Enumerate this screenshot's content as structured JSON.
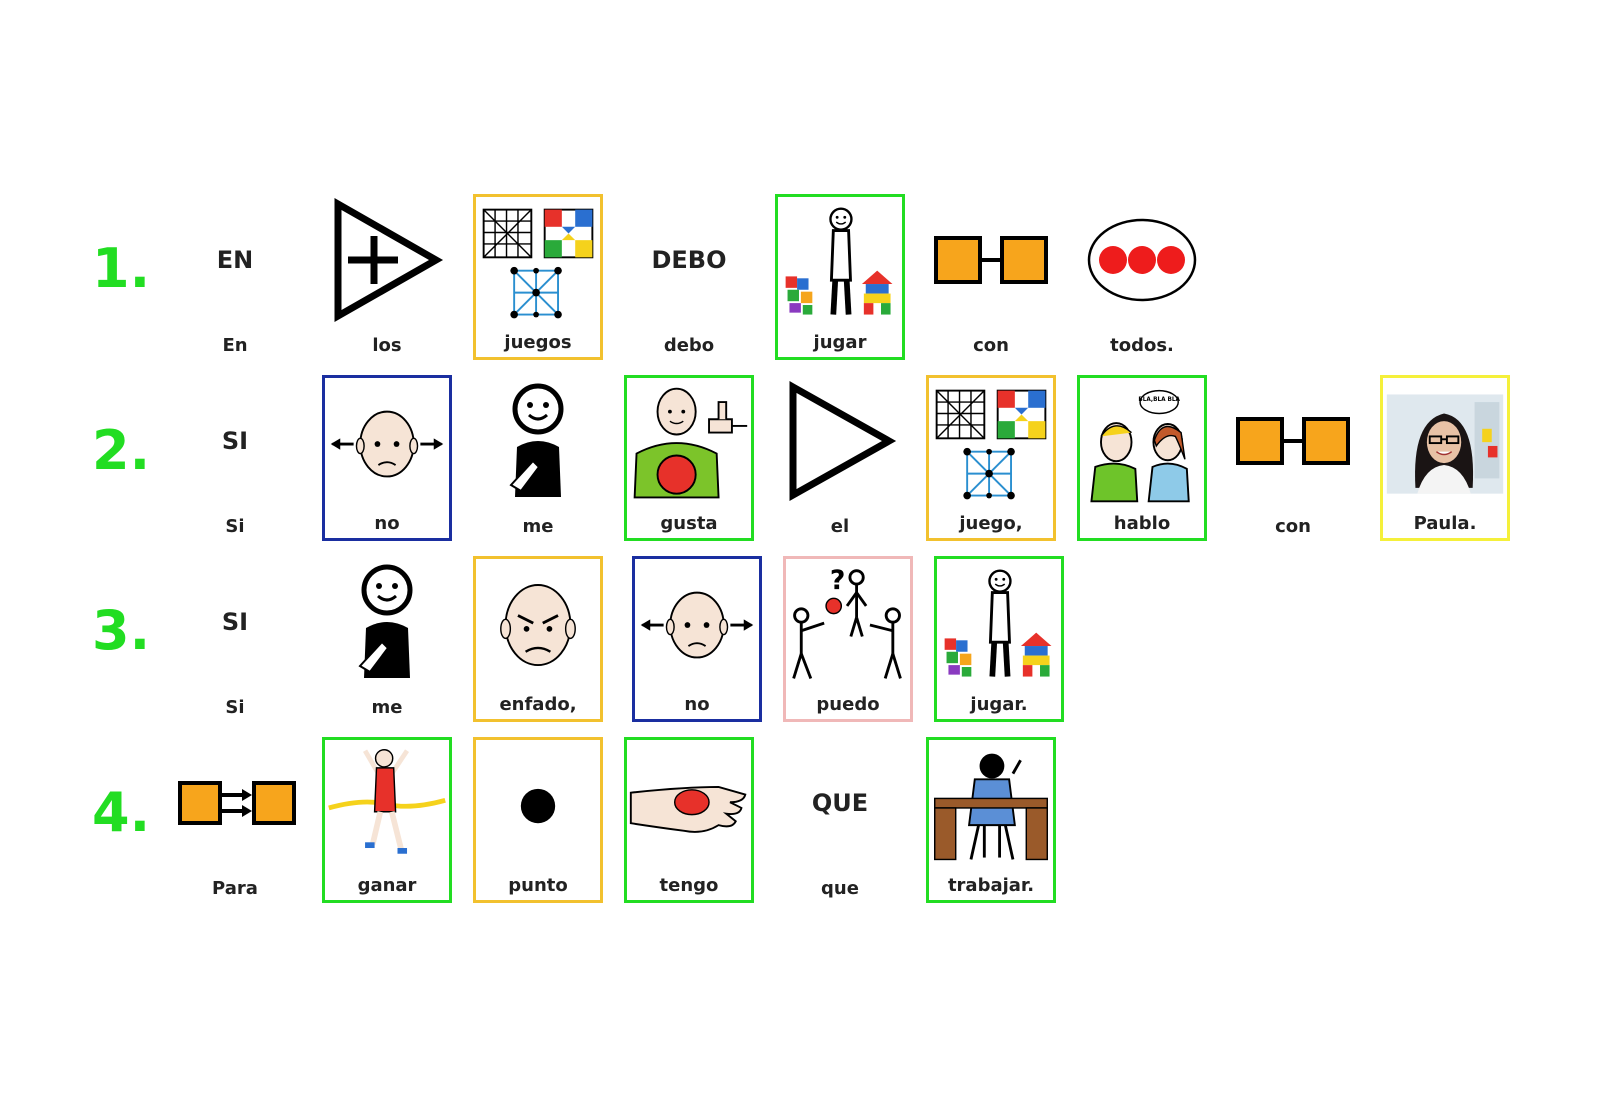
{
  "rows": [
    {
      "number": "1.",
      "cells": [
        {
          "caption": "EN",
          "label": "En",
          "icon": "text-only-icon"
        },
        {
          "label": "los",
          "icon": "triangle-plus-icon"
        },
        {
          "label": "juegos",
          "icon": "board-games-icon",
          "border": "#f2c12e"
        },
        {
          "caption": "DEBO",
          "label": "debo",
          "icon": "text-only-icon"
        },
        {
          "label": "jugar",
          "icon": "play-person-icon",
          "border": "#22dd22"
        },
        {
          "label": "con",
          "icon": "linked-squares-icon"
        },
        {
          "label": "todos.",
          "icon": "three-red-dots-icon"
        }
      ]
    },
    {
      "number": "2.",
      "cells": [
        {
          "caption": "SI",
          "label": "Si",
          "icon": "text-only-icon"
        },
        {
          "label": "no",
          "icon": "head-shake-no-icon",
          "border": "#1a2ea0"
        },
        {
          "label": "me",
          "icon": "person-self-icon"
        },
        {
          "label": "gusta",
          "icon": "person-thumbs-up-icon",
          "border": "#22dd22"
        },
        {
          "label": "el",
          "icon": "triangle-icon"
        },
        {
          "label": "juego,",
          "icon": "board-games-icon",
          "border": "#f2c12e"
        },
        {
          "label": "hablo",
          "icon": "two-people-talking-icon",
          "border": "#22dd22",
          "bubble": "BLA,BLA BLA"
        },
        {
          "label": "con",
          "icon": "linked-squares-icon"
        },
        {
          "label": "Paula.",
          "icon": "woman-photo-icon",
          "border": "#f5f03a"
        }
      ]
    },
    {
      "number": "3.",
      "cells": [
        {
          "caption": "SI",
          "label": "Si",
          "icon": "text-only-icon"
        },
        {
          "label": "me",
          "icon": "person-self-icon"
        },
        {
          "label": "enfado,",
          "icon": "angry-face-icon",
          "border": "#f2c12e"
        },
        {
          "label": "no",
          "icon": "head-shake-no-icon",
          "border": "#1a2ea0"
        },
        {
          "label": "puedo",
          "icon": "people-ball-question-icon",
          "border": "#f0b8b8"
        },
        {
          "label": "jugar.",
          "icon": "play-person-icon",
          "border": "#22dd22"
        }
      ]
    },
    {
      "number": "4.",
      "cells": [
        {
          "label": "Para",
          "icon": "squares-arrow-icon"
        },
        {
          "label": "ganar",
          "icon": "runner-finish-icon",
          "border": "#22dd22"
        },
        {
          "label": "punto",
          "icon": "black-dot-icon",
          "border": "#f2c12e"
        },
        {
          "label": "tengo",
          "icon": "hand-ball-icon",
          "border": "#22dd22"
        },
        {
          "caption": "QUE",
          "label": "que",
          "icon": "text-only-icon"
        },
        {
          "label": "trabajar.",
          "icon": "person-desk-icon",
          "border": "#22dd22"
        }
      ]
    }
  ],
  "colors": {
    "number": "#22dd22",
    "green": "#22dd22",
    "orange": "#f2c12e",
    "blue": "#1a2ea0",
    "pink": "#f0b8b8",
    "yellow": "#f5f03a",
    "square_fill": "#f7a51c"
  }
}
